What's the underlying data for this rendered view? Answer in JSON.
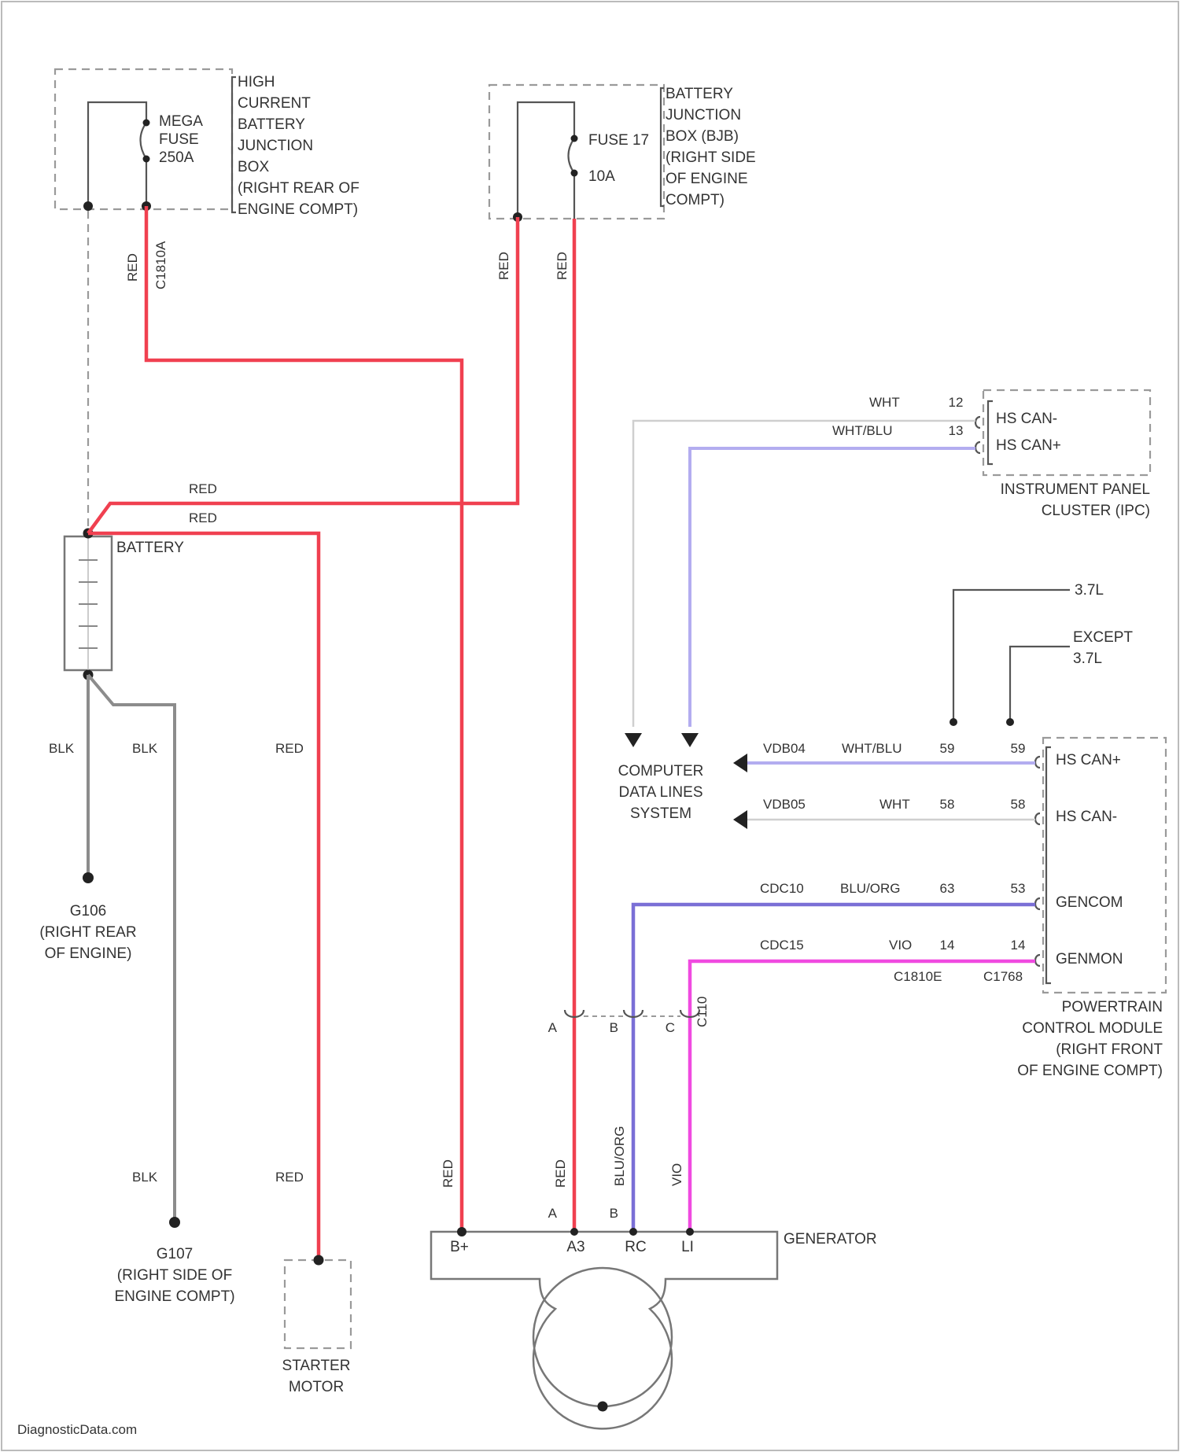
{
  "components": {
    "hcbjb": [
      "HIGH",
      "CURRENT",
      "BATTERY",
      "JUNCTION",
      "BOX",
      "(RIGHT REAR OF",
      "ENGINE COMPT)"
    ],
    "mega_fuse": [
      "MEGA",
      "FUSE",
      "250A"
    ],
    "bjb": [
      "BATTERY",
      "JUNCTION",
      "BOX (BJB)",
      "(RIGHT SIDE",
      "OF ENGINE",
      "COMPT)"
    ],
    "fuse_17": [
      "FUSE 17",
      "10A"
    ],
    "ipc": [
      "INSTRUMENT PANEL",
      "CLUSTER (IPC)"
    ],
    "ipc_pins": [
      "HS CAN-",
      "HS CAN+"
    ],
    "battery": "BATTERY",
    "g106": [
      "G106",
      "(RIGHT REAR",
      "OF ENGINE)"
    ],
    "g107": [
      "G107",
      "(RIGHT SIDE OF",
      "ENGINE COMPT)"
    ],
    "starter": [
      "STARTER",
      "MOTOR"
    ],
    "computer_data": [
      "COMPUTER",
      "DATA LINES",
      "SYSTEM"
    ],
    "pcm_pins": [
      "HS CAN+",
      "HS CAN-",
      "GENCOM",
      "GENMON"
    ],
    "pcm": [
      "POWERTRAIN",
      "CONTROL MODULE",
      "(RIGHT FRONT",
      "OF ENGINE COMPT)"
    ],
    "generator": "GENERATOR",
    "gen_terminals": [
      "B+",
      "A3",
      "RC",
      "LI"
    ],
    "option_37": "3.7L",
    "option_except": [
      "EXCEPT",
      "3.7L"
    ],
    "footer": "DiagnosticData.com"
  },
  "wire_labels": {
    "red": "RED",
    "blk": "BLK",
    "wht": "WHT",
    "whtblu": "WHT/BLU",
    "bluorg": "BLU/ORG",
    "vio": "VIO",
    "c1810a": "C1810A",
    "c1810e": "C1810E",
    "c1768": "C1768",
    "c110": "C110"
  },
  "circuits": {
    "vdb04": "VDB04",
    "vdb05": "VDB05",
    "cdc10": "CDC10",
    "cdc15": "CDC15"
  },
  "pins": {
    "ipc_wht": "12",
    "ipc_whtblu": "13",
    "pcm_hscanp_a": "59",
    "pcm_hscanp_b": "59",
    "pcm_hscanm_a": "58",
    "pcm_hscanm_b": "58",
    "pcm_gencom_a": "63",
    "pcm_gencom_b": "53",
    "pcm_genmon_a": "14",
    "pcm_genmon_b": "14",
    "c110_left": "A",
    "c110_mid": "B",
    "c110_right": "C",
    "gen_left": "A",
    "gen_mid": "B"
  }
}
